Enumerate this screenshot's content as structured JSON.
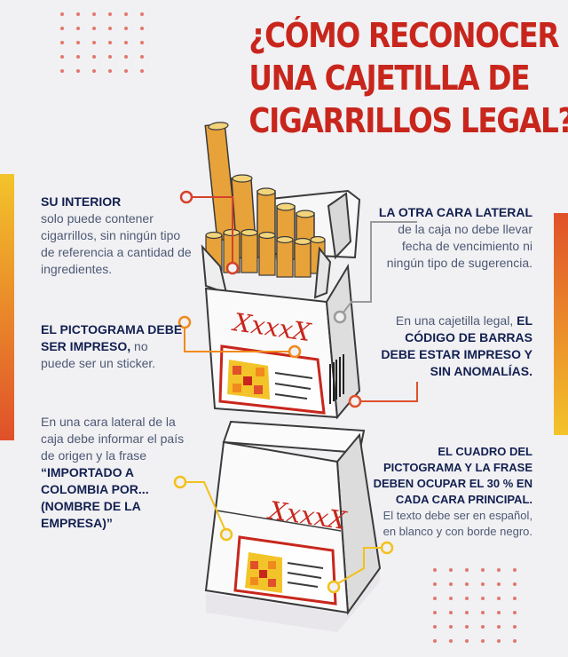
{
  "title": {
    "line1": "¿CÓMO RECONOCER",
    "line2": "UNA CAJETILLA DE",
    "line3": "CIGARRILLOS LEGAL?"
  },
  "colors": {
    "background": "#f1f0f3",
    "title": "#c8261c",
    "heading_text": "#122050",
    "body_text": "#4d5a74",
    "accent_red": "#d4412b",
    "accent_orange": "#f08a1c",
    "accent_yellow": "#f2c11c",
    "accent_gray": "#9a9a9a",
    "bar_gradient_top": "#f3c42a",
    "bar_gradient_bottom": "#e0502a"
  },
  "callouts": {
    "interior": {
      "bold": "SU INTERIOR",
      "rest": "solo puede contener cigarrillos, sin ningún tipo de referencia a cantidad de ingredientes."
    },
    "pictograma": {
      "bold": "EL PICTOGRAMA DEBE SER IMPRESO,",
      "rest": "no puede ser un sticker."
    },
    "origen": {
      "pre": "En una cara lateral de la caja debe informar el país de origen y la frase",
      "bold": "“IMPORTADO A COLOMBIA POR... (NOMBRE DE LA EMPRESA)”"
    },
    "lateral": {
      "bold": "LA OTRA CARA LATERAL",
      "rest": "de la caja no debe llevar fecha de vencimiento ni ningún tipo de sugerencia."
    },
    "barras": {
      "pre": "En una cajetilla legal,",
      "bold": "EL CÓDIGO DE BARRAS DEBE ESTAR IMPRESO Y SIN ANOMALÍAS."
    },
    "cuadro": {
      "bold": "EL CUADRO DEL PICTOGRAMA Y LA FRASE DEBEN OCUPAR EL 30 % EN CADA CARA PRINCIPAL.",
      "rest": "El texto debe ser en español, en blanco y con borde negro."
    }
  },
  "pack": {
    "brand_top": "XxxxX",
    "brand_bottom": "XxxxX"
  },
  "icons": [
    "cigarette-pack-open",
    "cigarette-pack-closed",
    "barcode",
    "pictogram",
    "callout-dot"
  ]
}
